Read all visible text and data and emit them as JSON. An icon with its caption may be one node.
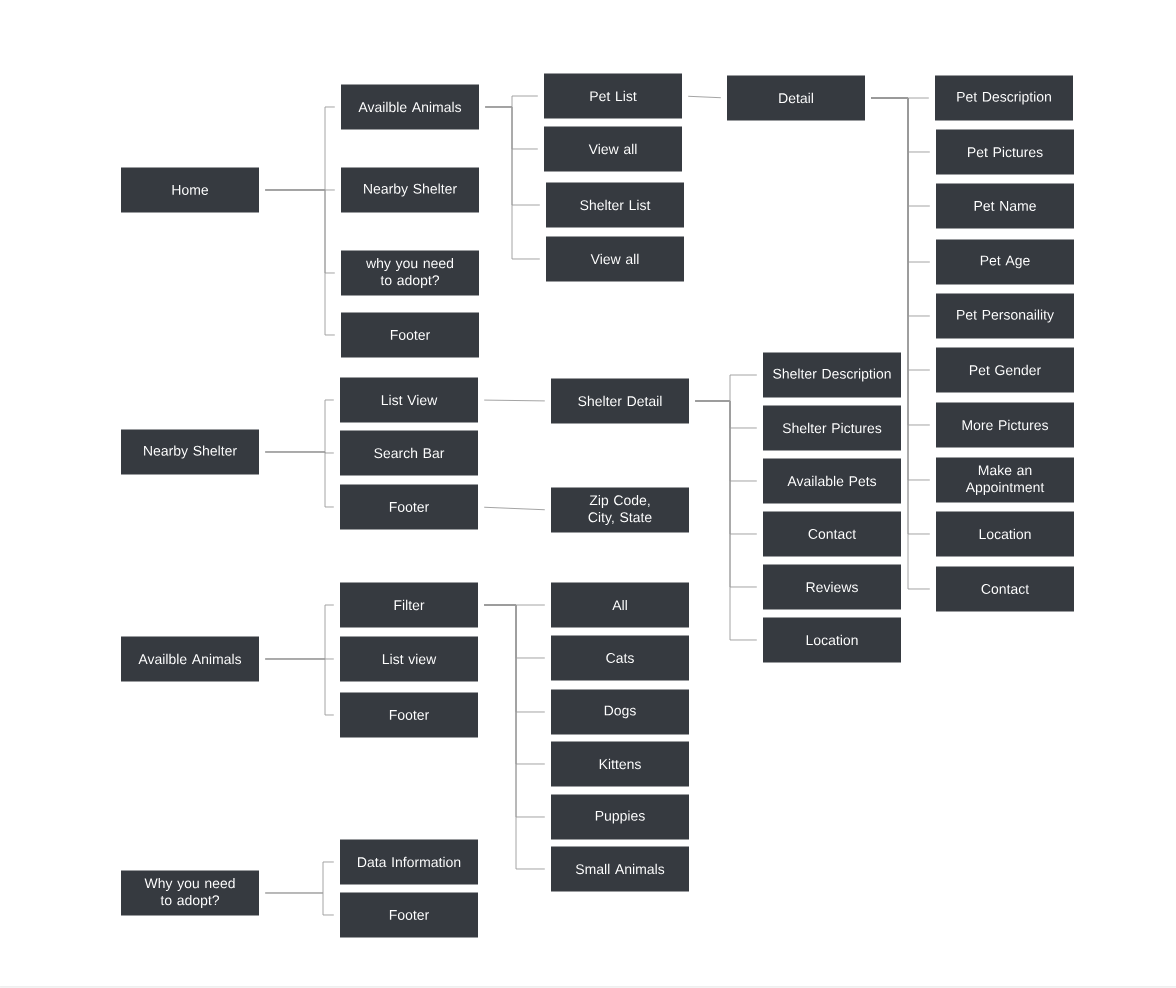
{
  "diagram": {
    "nodes": [
      {
        "text": [
          "Home"
        ]
      },
      {
        "text": [
          "Availble Animals"
        ]
      },
      {
        "text": [
          "Nearby Shelter"
        ]
      },
      {
        "text": [
          "why you need to adopt?"
        ]
      },
      {
        "text": [
          "Footer"
        ]
      },
      {
        "text": [
          "Pet List"
        ]
      },
      {
        "text": [
          "View all"
        ]
      },
      {
        "text": [
          "Shelter List"
        ]
      },
      {
        "text": [
          "View all"
        ]
      },
      {
        "text": [
          "Detail"
        ]
      },
      {
        "text": [
          "Pet Description"
        ]
      },
      {
        "text": [
          "Pet Pictures"
        ]
      },
      {
        "text": [
          "Pet Name"
        ]
      },
      {
        "text": [
          "Pet Age"
        ]
      },
      {
        "text": [
          "Pet Personaility"
        ]
      },
      {
        "text": [
          "Pet Gender"
        ]
      },
      {
        "text": [
          "More Pictures"
        ]
      },
      {
        "text": [
          "Make an Appointment"
        ]
      },
      {
        "text": [
          "Location"
        ]
      },
      {
        "text": [
          "Contact"
        ]
      },
      {
        "text": [
          "Nearby Shelter"
        ]
      },
      {
        "text": [
          "List View"
        ]
      },
      {
        "text": [
          "Search Bar"
        ]
      },
      {
        "text": [
          "Footer"
        ]
      },
      {
        "text": [
          "Shelter Detail"
        ]
      },
      {
        "text": [
          "Zip Code, City, State"
        ]
      },
      {
        "text": [
          "Shelter Description"
        ]
      },
      {
        "text": [
          "Shelter Pictures"
        ]
      },
      {
        "text": [
          "Available Pets"
        ]
      },
      {
        "text": [
          "Contact"
        ]
      },
      {
        "text": [
          "Reviews"
        ]
      },
      {
        "text": [
          "Location"
        ]
      },
      {
        "text": [
          "Availble Animals"
        ]
      },
      {
        "text": [
          "Filter"
        ]
      },
      {
        "text": [
          "List view"
        ]
      },
      {
        "text": [
          "Footer"
        ]
      },
      {
        "text": [
          "All"
        ]
      },
      {
        "text": [
          "Cats"
        ]
      },
      {
        "text": [
          "Dogs"
        ]
      },
      {
        "text": [
          "Kittens"
        ]
      },
      {
        "text": [
          "Puppies"
        ]
      },
      {
        "text": [
          "Small Animals"
        ]
      },
      {
        "text": [
          "Why you need to adopt?"
        ]
      },
      {
        "text": [
          "Data Information"
        ]
      },
      {
        "text": [
          "Footer"
        ]
      }
    ],
    "edges": [
      {
        "from": 0,
        "to": 1,
        "arrow": "none"
      },
      {
        "from": 0,
        "to": 2,
        "arrow": "none"
      },
      {
        "from": 0,
        "to": 3,
        "arrow": "none"
      },
      {
        "from": 0,
        "to": 4,
        "arrow": "none"
      },
      {
        "from": 1,
        "to": 5,
        "arrow": "none"
      },
      {
        "from": 1,
        "to": 6,
        "arrow": "none"
      },
      {
        "from": 1,
        "to": 7,
        "arrow": "none"
      },
      {
        "from": 1,
        "to": 8,
        "arrow": "none"
      },
      {
        "from": 5,
        "to": 9,
        "arrow": "none"
      },
      {
        "from": 9,
        "to": 10,
        "arrow": "none"
      },
      {
        "from": 9,
        "to": 11,
        "arrow": "none"
      },
      {
        "from": 9,
        "to": 12,
        "arrow": "none"
      },
      {
        "from": 9,
        "to": 13,
        "arrow": "none"
      },
      {
        "from": 9,
        "to": 14,
        "arrow": "none"
      },
      {
        "from": 9,
        "to": 15,
        "arrow": "none"
      },
      {
        "from": 9,
        "to": 16,
        "arrow": "none"
      },
      {
        "from": 9,
        "to": 17,
        "arrow": "none"
      },
      {
        "from": 9,
        "to": 18,
        "arrow": "none"
      },
      {
        "from": 9,
        "to": 19,
        "arrow": "none"
      },
      {
        "from": 20,
        "to": 21,
        "arrow": "none"
      },
      {
        "from": 20,
        "to": 22,
        "arrow": "none"
      },
      {
        "from": 20,
        "to": 23,
        "arrow": "none"
      },
      {
        "from": 21,
        "to": 24,
        "arrow": "none"
      },
      {
        "from": 23,
        "to": 25,
        "arrow": "none"
      },
      {
        "from": 24,
        "to": 26,
        "arrow": "none"
      },
      {
        "from": 24,
        "to": 27,
        "arrow": "none"
      },
      {
        "from": 24,
        "to": 28,
        "arrow": "none"
      },
      {
        "from": 24,
        "to": 29,
        "arrow": "none"
      },
      {
        "from": 24,
        "to": 30,
        "arrow": "none"
      },
      {
        "from": 24,
        "to": 31,
        "arrow": "none"
      },
      {
        "from": 32,
        "to": 33,
        "arrow": "none"
      },
      {
        "from": 32,
        "to": 34,
        "arrow": "none"
      },
      {
        "from": 32,
        "to": 35,
        "arrow": "none"
      },
      {
        "from": 33,
        "to": 36,
        "arrow": "none"
      },
      {
        "from": 33,
        "to": 37,
        "arrow": "none"
      },
      {
        "from": 33,
        "to": 38,
        "arrow": "none"
      },
      {
        "from": 33,
        "to": 39,
        "arrow": "none"
      },
      {
        "from": 33,
        "to": 40,
        "arrow": "none"
      },
      {
        "from": 33,
        "to": 41,
        "arrow": "none"
      },
      {
        "from": 42,
        "to": 43,
        "arrow": "none"
      },
      {
        "from": 42,
        "to": 44,
        "arrow": "none"
      }
    ]
  }
}
